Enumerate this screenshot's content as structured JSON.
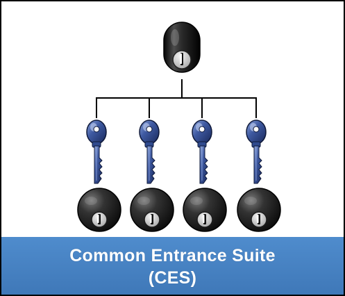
{
  "caption": {
    "line1": "Common Entrance Suite",
    "line2": "(CES)"
  },
  "diagram": {
    "master_lock": {
      "icon": "master-lock-cylinder-icon"
    },
    "keys": {
      "count": 4,
      "icon": "key-icon"
    },
    "locks": {
      "count": 4,
      "icon": "lock-cylinder-icon"
    }
  },
  "colors": {
    "banner": "#4a84c4",
    "frame": "#000000",
    "key_blue": "#2f4a8e",
    "lock_dark": "#1a1a1a",
    "connector": "#000000"
  }
}
